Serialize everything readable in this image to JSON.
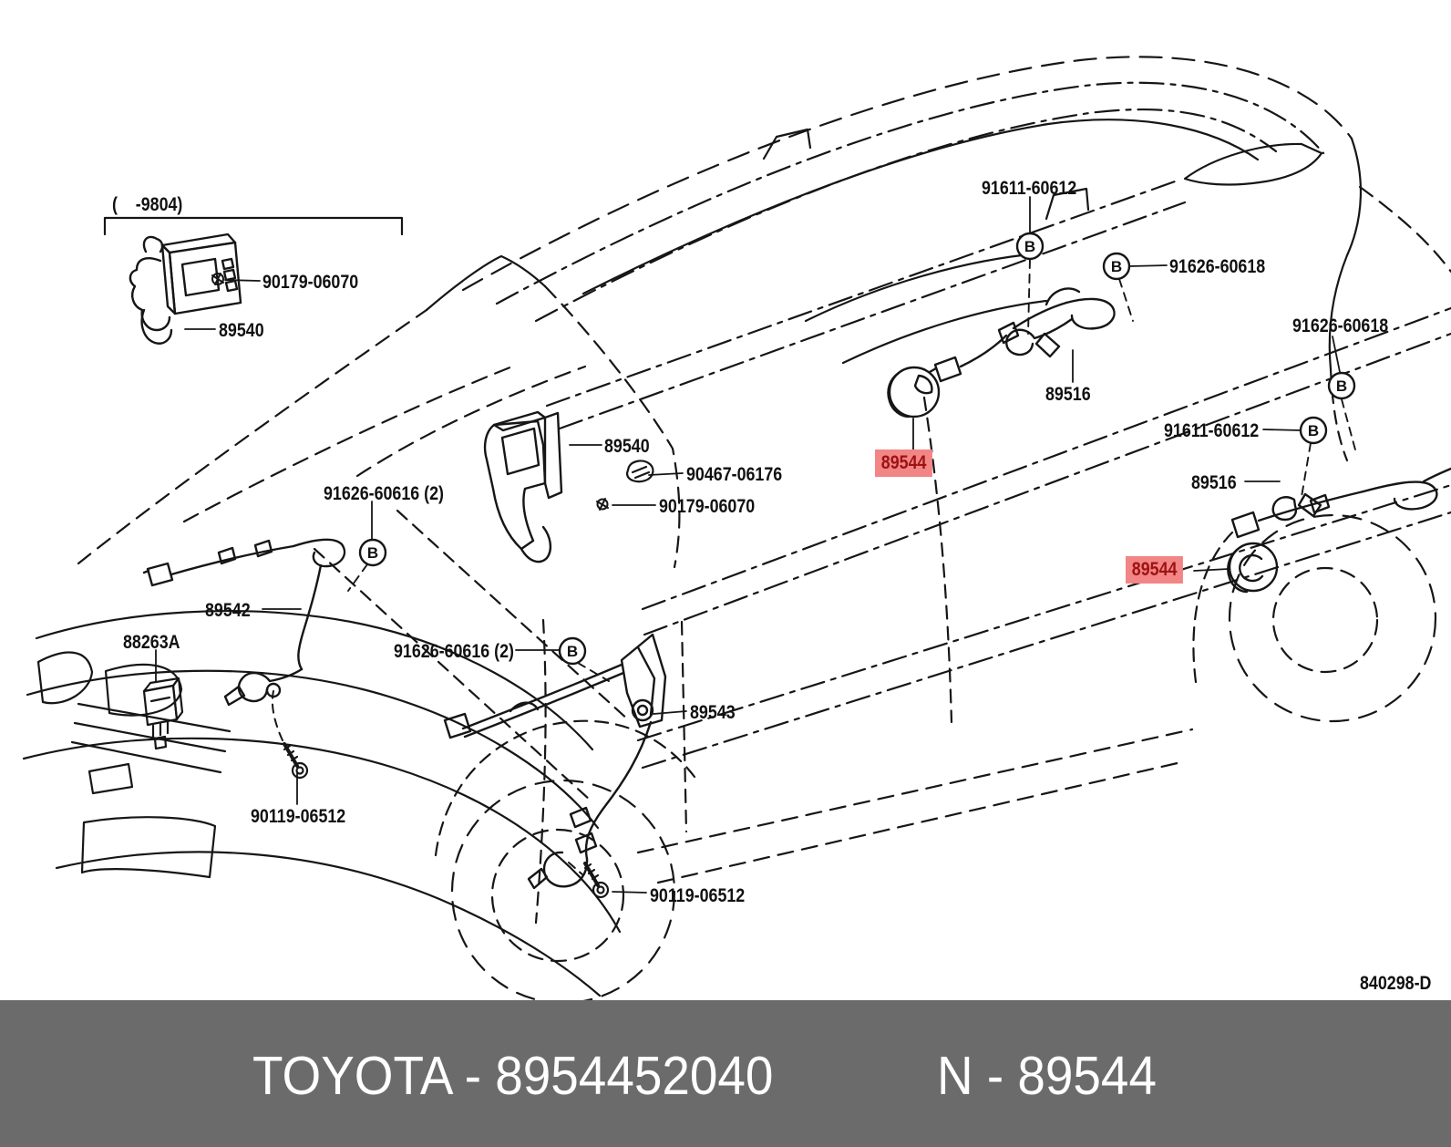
{
  "diagram": {
    "connector_symbol": "B",
    "range_note": "(    -9804)",
    "labels": [
      {
        "part": "90179-06070",
        "text": "90179-06070",
        "area": "top-left-screw"
      },
      {
        "part": "89540",
        "text": "89540",
        "area": "top-left-old-sensor"
      },
      {
        "part": "89540",
        "text": "89540",
        "area": "center-bracket"
      },
      {
        "part": "90467-06176",
        "text": "90467-06176",
        "area": "center-clip"
      },
      {
        "part": "90179-06070",
        "text": "90179-06070",
        "area": "center-screw"
      },
      {
        "part": "91611-60612",
        "text": "91611-60612",
        "area": "roof-left"
      },
      {
        "part": "91626-60618",
        "text": "91626-60618",
        "area": "roof-right"
      },
      {
        "part": "89516",
        "text": "89516",
        "area": "rear-sensor-upper"
      },
      {
        "part": "91626-60618",
        "text": "91626-60618",
        "area": "quarter-right"
      },
      {
        "part": "91611-60612",
        "text": "91611-60612",
        "area": "quarter-left"
      },
      {
        "part": "89516",
        "text": "89516",
        "area": "rear-sensor-lower"
      },
      {
        "part": "89544",
        "text": "89544",
        "area": "door-grommet",
        "highlighted": true
      },
      {
        "part": "89544",
        "text": "89544",
        "area": "rear-arch-grommet",
        "highlighted": true
      },
      {
        "part": "91626-60616",
        "text": "91626-60616 (2)",
        "area": "front-left"
      },
      {
        "part": "89542",
        "text": "89542",
        "area": "front-sensor-left"
      },
      {
        "part": "88263A",
        "text": "88263A",
        "area": "relay"
      },
      {
        "part": "91626-60616",
        "text": "91626-60616 (2)",
        "area": "front-center"
      },
      {
        "part": "89543",
        "text": "89543",
        "area": "front-sensor-right"
      },
      {
        "part": "90119-06512",
        "text": "90119-06512",
        "area": "front-bolt"
      },
      {
        "part": "90119-06512",
        "text": "90119-06512",
        "area": "wheel-bolt"
      }
    ]
  },
  "footer": {
    "brand_part": "TOYOTA - 8954452040",
    "catalog_code": "N - 89544",
    "drawing_number": "840298-D"
  },
  "colors": {
    "highlight_bg": "#f28585",
    "highlight_text": "#9e1212",
    "footer_bg": "#6b6b6b",
    "footer_text": "#ffffff",
    "line": "#161616"
  }
}
